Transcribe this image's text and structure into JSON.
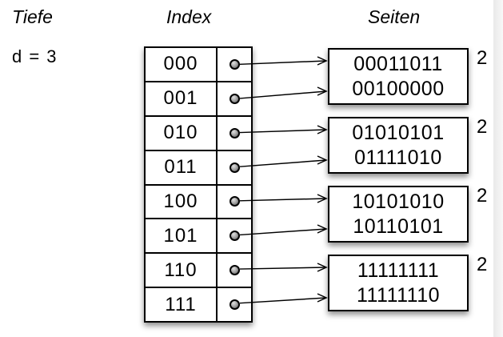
{
  "headers": {
    "depth": "Tiefe",
    "index": "Index",
    "pages": "Seiten"
  },
  "depth_value": "d = 3",
  "index": {
    "rows": [
      "000",
      "001",
      "010",
      "011",
      "100",
      "101",
      "110",
      "111"
    ]
  },
  "pages": [
    {
      "entries": [
        "00011011",
        "00100000"
      ],
      "local_depth": "2"
    },
    {
      "entries": [
        "01010101",
        "01111010"
      ],
      "local_depth": "2"
    },
    {
      "entries": [
        "10101010",
        "10110101"
      ],
      "local_depth": "2"
    },
    {
      "entries": [
        "11111111",
        "11111110"
      ],
      "local_depth": "2"
    }
  ],
  "connections": [
    {
      "from_row": 0,
      "to_page": 0,
      "slot": "top"
    },
    {
      "from_row": 1,
      "to_page": 0,
      "slot": "bottom"
    },
    {
      "from_row": 2,
      "to_page": 1,
      "slot": "top"
    },
    {
      "from_row": 3,
      "to_page": 1,
      "slot": "bottom"
    },
    {
      "from_row": 4,
      "to_page": 2,
      "slot": "top"
    },
    {
      "from_row": 5,
      "to_page": 2,
      "slot": "bottom"
    },
    {
      "from_row": 6,
      "to_page": 3,
      "slot": "top"
    },
    {
      "from_row": 7,
      "to_page": 3,
      "slot": "bottom"
    }
  ],
  "colors": {
    "line": "#000000",
    "box_fill": "#ffffff",
    "background": "#ffffff",
    "edge_band": "#eeeeee"
  }
}
